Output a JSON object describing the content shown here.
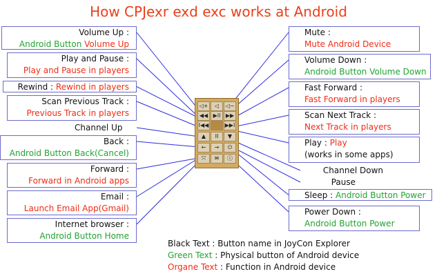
{
  "title": "How CPJexr exd exc works at Android",
  "left_items": [
    {
      "key": "volume-up",
      "name": "Volume Up :",
      "parts": [
        {
          "text": "Android Button ",
          "color": "green"
        },
        {
          "text": "Volume Up",
          "color": "orange"
        }
      ]
    },
    {
      "key": "play-pause",
      "name": "Play and Pause :",
      "parts": [
        {
          "text": "Play and Pause in players",
          "color": "orange"
        }
      ]
    },
    {
      "key": "rewind",
      "name": "Rewind : ",
      "parts": [
        {
          "text": "Rewind in players",
          "color": "orange"
        }
      ],
      "inline": true
    },
    {
      "key": "scan-previous",
      "name": "Scan Previous Track :",
      "parts": [
        {
          "text": "Previous Track in players",
          "color": "orange"
        }
      ]
    },
    {
      "key": "channel-up",
      "name": "Channel Up",
      "parts": [],
      "bare": true
    },
    {
      "key": "back",
      "name": "Back :",
      "parts": [
        {
          "text": "Android Button Back(Cancel)",
          "color": "green"
        }
      ],
      "bare": true
    },
    {
      "key": "forward",
      "name": "Forward :",
      "parts": [
        {
          "text": "Forward in Android apps",
          "color": "orange"
        }
      ]
    },
    {
      "key": "email",
      "name": "Email :",
      "parts": [
        {
          "text": "Launch Email App(Gmail)",
          "color": "orange"
        }
      ]
    },
    {
      "key": "internet-browser",
      "name": "Internet browser :",
      "parts": [
        {
          "text": "Android Button Home",
          "color": "green"
        }
      ]
    }
  ],
  "right_items": [
    {
      "key": "mute",
      "name": "Mute :",
      "parts": [
        {
          "text": "Mute Android Device",
          "color": "orange"
        }
      ]
    },
    {
      "key": "volume-down",
      "name": "Volume Down :",
      "parts": [
        {
          "text": "Android Button Volume Down",
          "color": "green"
        }
      ]
    },
    {
      "key": "fast-forward",
      "name": "Fast Forward :",
      "parts": [
        {
          "text": "Fast Forward in players",
          "color": "orange"
        }
      ]
    },
    {
      "key": "scan-next",
      "name": "Scan Next Track :",
      "parts": [
        {
          "text": "Next Track in players",
          "color": "orange"
        }
      ]
    },
    {
      "key": "play",
      "name": "Play : ",
      "parts": [
        {
          "text": "Play",
          "color": "orange"
        }
      ],
      "extra": "(works in some apps)",
      "inline": true
    },
    {
      "key": "channel-down",
      "name": "Channel Down",
      "parts": [],
      "bare": true
    },
    {
      "key": "pause",
      "name": "Pause",
      "parts": [],
      "bare": true
    },
    {
      "key": "sleep",
      "name": "Sleep : ",
      "parts": [
        {
          "text": "Android Button Power",
          "color": "green"
        }
      ],
      "inline": true
    },
    {
      "key": "power-down",
      "name": "Power Down :",
      "parts": [
        {
          "text": "Android Button Power",
          "color": "green"
        }
      ]
    }
  ],
  "device_buttons": [
    [
      "◁+",
      "◁",
      "◁−"
    ],
    [
      "◀◀",
      "▶II",
      "▶▶"
    ],
    [
      "I◀◀",
      "",
      "▶▶I"
    ],
    [
      "▲",
      "II",
      "▼"
    ],
    [
      "←",
      "→",
      "⏻"
    ],
    [
      "⤧",
      "✉",
      "ⓘ"
    ]
  ],
  "legend": {
    "black_label": "Black Text",
    "black_desc": " : Button name in JoyCon Explorer",
    "green_label": "Green Text",
    "green_desc": " : Physical button of Android device",
    "orange_label": "Organe Text",
    "orange_desc": " : Function in Android device"
  },
  "colors": {
    "green": "#22a232",
    "orange": "#f02c14",
    "border": "#6a6acb",
    "line": "#2a2ae0",
    "device": "#d2aa63"
  }
}
